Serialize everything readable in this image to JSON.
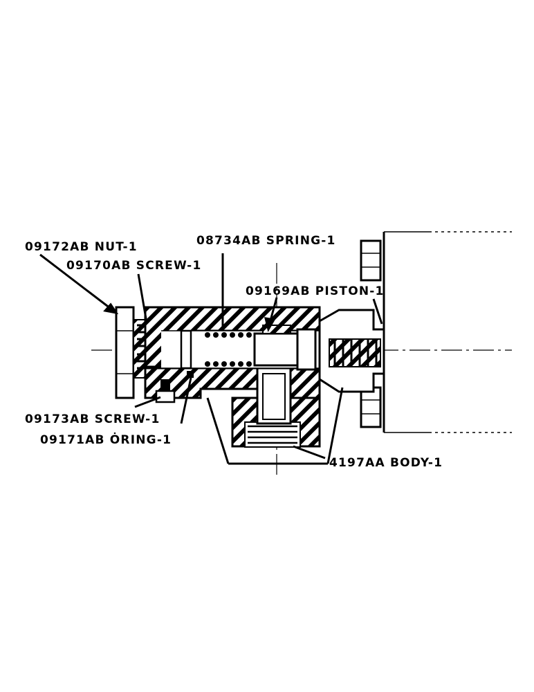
{
  "labels": {
    "nut": "09172AB NUT-1",
    "screw_main": "09170AB SCREW-1",
    "spring": "08734AB SPRING-1",
    "piston": "09169AB PISTON-1",
    "screw_small": "09173AB SCREW-1",
    "oring": "09171AB ȮRING-1",
    "body": "4197AA BODY-1"
  },
  "colors": {
    "ink": "#000000",
    "paper": "#ffffff"
  }
}
